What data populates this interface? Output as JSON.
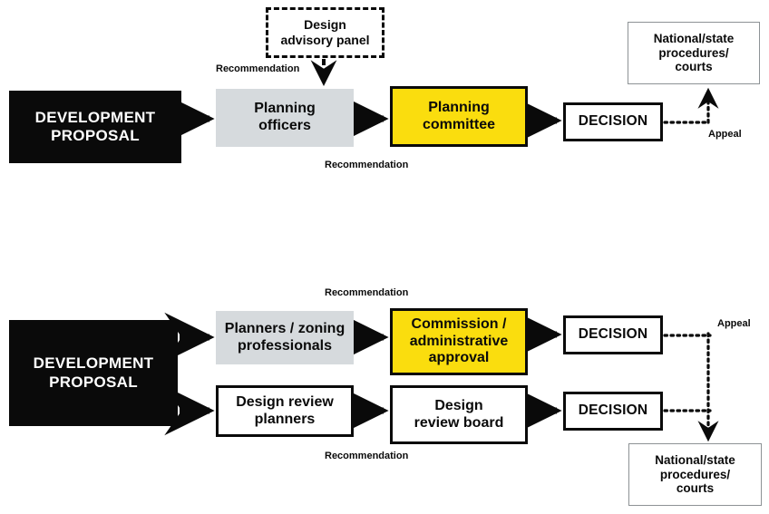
{
  "diagram": {
    "title": "Development proposal approval pathways",
    "colors": {
      "black": "#0a0a0a",
      "yellow": "#fadd0e",
      "grey": "#d6dadd",
      "white": "#ffffff",
      "thin_border": "#8d9295"
    }
  },
  "top_flow": {
    "proposal": "DEVELOPMENT\nPROPOSAL",
    "advisory_panel": "Design\nadvisory panel",
    "planning_officers": "Planning\nofficers",
    "planning_committee": "Planning\ncommittee",
    "decision": "DECISION",
    "courts": "National/state\nprocedures/\ncourts",
    "recommendation_upper": "Recommendation",
    "recommendation_lower": "Recommendation",
    "appeal": "Appeal"
  },
  "bottom_flow": {
    "proposal": "DEVELOPMENT\nPROPOSAL",
    "planners_zoning": "Planners / zoning\nprofessionals",
    "design_review_planners": "Design review\nplanners",
    "commission": "Commission /\nadministrative\napproval",
    "design_review_board": "Design\nreview board",
    "decision_upper": "DECISION",
    "decision_lower": "DECISION",
    "courts": "National/state\nprocedures/\ncourts",
    "recommendation_upper": "Recommendation",
    "recommendation_lower": "Recommendation",
    "appeal": "Appeal"
  }
}
